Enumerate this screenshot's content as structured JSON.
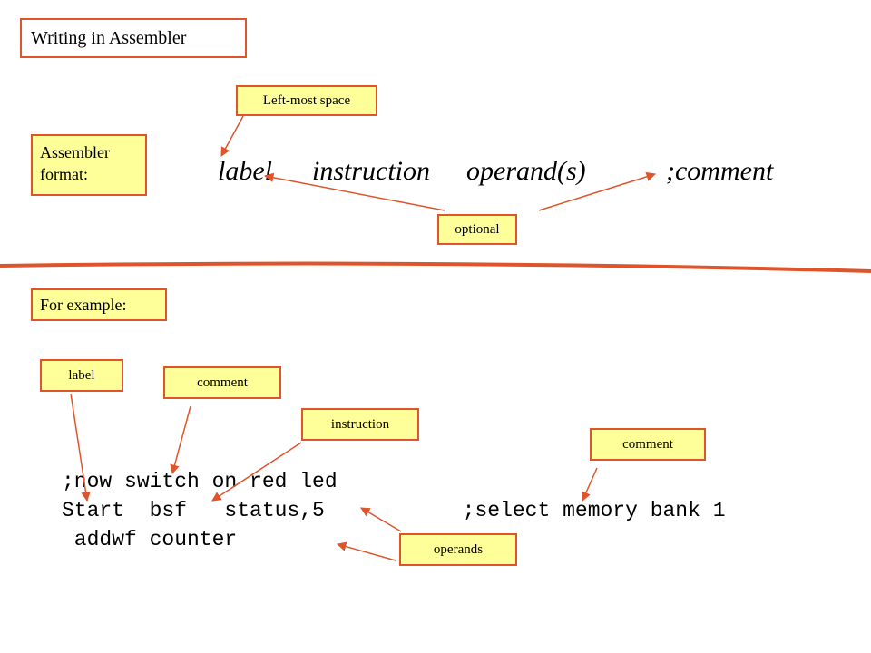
{
  "title": "Writing in Assembler",
  "format_label": {
    "line1": "Assembler",
    "line2": "format:"
  },
  "format_line": {
    "label": "label",
    "instruction": "instruction",
    "operands": "operand(s)",
    "comment": ";comment"
  },
  "callouts_top": {
    "leftmost_space": "Left-most space",
    "optional": "optional"
  },
  "example_label": "For example:",
  "callouts_bottom": {
    "label": "label",
    "comment1": "comment",
    "instruction": "instruction",
    "comment2": "comment",
    "operands": "operands"
  },
  "code_lines": {
    "line1": ";now switch on red led",
    "line2": "Start  bsf   status,5           ;select memory bank 1",
    "line3": " addwf counter"
  },
  "colors": {
    "accent": "#e0542c",
    "callout_fill": "#ffff99",
    "divider": "#e0542c"
  }
}
